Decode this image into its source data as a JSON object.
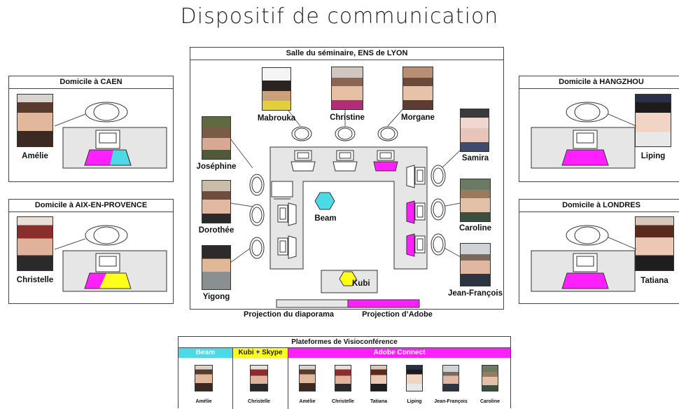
{
  "title": "Dispositif de communication",
  "colors": {
    "cyan": "#4dd9e6",
    "magenta": "#ff1fff",
    "yellow": "#ffff1a",
    "table_gray": "#e6e6e6"
  },
  "seminar": {
    "header": "Salle du séminaire, ENS de LYON",
    "participants": [
      "Mabrouka",
      "Christine",
      "Morgane",
      "Joséphine",
      "Dorothée",
      "Yigong",
      "Samira",
      "Caroline",
      "Jean-François"
    ],
    "beam_label": "Beam",
    "kubi_label": "Kubi",
    "projection_left": "Projection du diaporama",
    "projection_right": "Projection d’Adobe"
  },
  "homes": [
    {
      "header": "Domicile à CAEN",
      "name": "Amélie"
    },
    {
      "header": "Domicile à AIX-EN-PROVENCE",
      "name": "Christelle"
    },
    {
      "header": "Domicile à HANGZHOU",
      "name": "Liping"
    },
    {
      "header": "Domicile à LONDRES",
      "name": "Tatiana"
    }
  ],
  "platforms": {
    "header": "Plateformes de Visioconférence",
    "columns": [
      {
        "label": "Beam",
        "color": "cyan",
        "people": [
          "Amélie"
        ]
      },
      {
        "label": "Kubi + Skype",
        "color": "yellow",
        "people": [
          "Christelle"
        ]
      },
      {
        "label": "Adobe Connect",
        "color": "magenta",
        "people": [
          "Amélie",
          "Christelle",
          "Tatiana",
          "Liping",
          "Jean-François",
          "Caroline"
        ]
      }
    ]
  }
}
